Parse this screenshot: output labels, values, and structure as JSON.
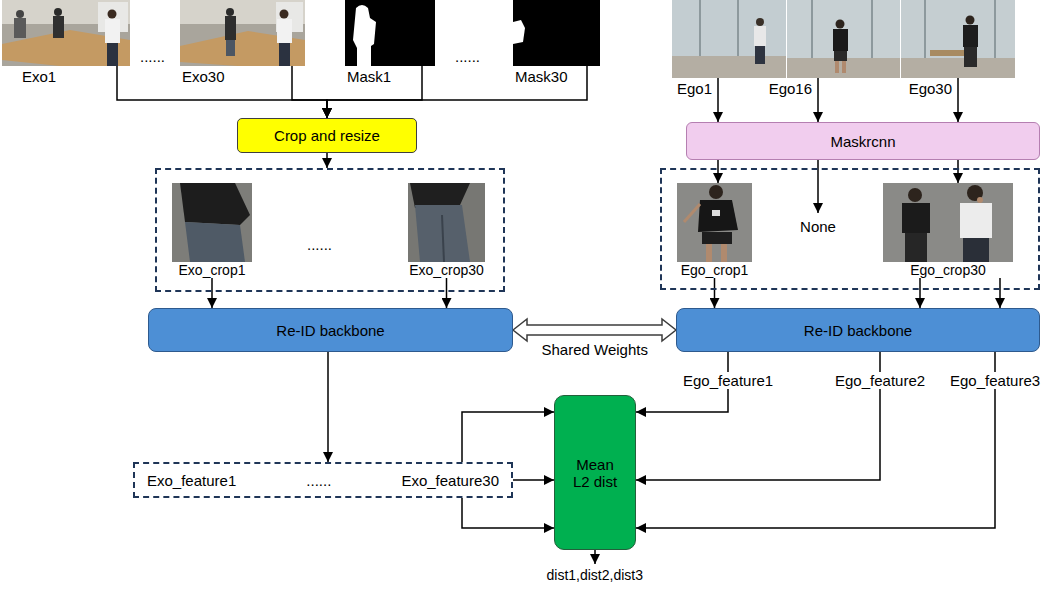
{
  "diagram": {
    "nodes": [
      {
        "text": [
          "Exo1"
        ]
      },
      {
        "text": [
          "Exo30"
        ]
      },
      {
        "text": [
          "Mask1"
        ]
      },
      {
        "text": [
          "Mask30"
        ]
      },
      {
        "text": [
          "Crop and resize"
        ]
      },
      {
        "text": [
          "......"
        ]
      },
      {
        "text": [
          "Exo_crop1"
        ],
        "in": 5
      },
      {
        "text": [
          "Exo_crop30"
        ],
        "in": 5
      },
      {
        "text": [
          "Ego1"
        ]
      },
      {
        "text": [
          "Ego16"
        ]
      },
      {
        "text": [
          "Ego30"
        ]
      },
      {
        "text": [
          "Maskrcnn"
        ]
      },
      {
        "text": []
      },
      {
        "text": [
          "Ego_crop1"
        ],
        "in": 12
      },
      {
        "text": [
          "None"
        ],
        "in": 12
      },
      {
        "text": [
          "Ego_crop30"
        ],
        "in": 12
      },
      {
        "text": [
          "Re-ID backbone"
        ]
      },
      {
        "text": [
          "Re-ID backbone"
        ]
      },
      {
        "text": [
          "Exo_feature1",
          "......",
          "Exo_feature30"
        ]
      },
      {
        "text": [
          "Mean L2 dist"
        ]
      }
    ],
    "edges": [
      {
        "from": 0,
        "to": 4,
        "arrow": "to"
      },
      {
        "from": 1,
        "to": 4,
        "arrow": "to"
      },
      {
        "from": 2,
        "to": 4,
        "arrow": "to"
      },
      {
        "from": 3,
        "to": 4,
        "arrow": "to"
      },
      {
        "from": 4,
        "to": 5,
        "arrow": "to"
      },
      {
        "from": 6,
        "to": 16,
        "arrow": "to"
      },
      {
        "from": 7,
        "to": 16,
        "arrow": "to"
      },
      {
        "from": 8,
        "to": 11,
        "arrow": "to"
      },
      {
        "from": 9,
        "to": 11,
        "arrow": "to"
      },
      {
        "from": 10,
        "to": 11,
        "arrow": "to"
      },
      {
        "from": 11,
        "to": 13,
        "arrow": "to"
      },
      {
        "from": 11,
        "to": 14,
        "arrow": "to"
      },
      {
        "from": 11,
        "to": 15,
        "arrow": "to"
      },
      {
        "from": 13,
        "to": 17,
        "arrow": "to"
      },
      {
        "from": 15,
        "to": 17,
        "arrow": "to"
      },
      {
        "from": 15,
        "to": 17,
        "arrow": "to"
      },
      {
        "from": 16,
        "to": 17,
        "arrow": "both",
        "label": "Shared Weights"
      },
      {
        "from": 16,
        "to": 18,
        "arrow": "to"
      },
      {
        "from": 18,
        "to": 19,
        "arrow": "to"
      },
      {
        "from": 18,
        "to": 19,
        "arrow": "to"
      },
      {
        "from": 18,
        "to": 19,
        "arrow": "to"
      },
      {
        "from": 17,
        "to": 19,
        "arrow": "to",
        "label": "Ego_feature1"
      },
      {
        "from": 17,
        "to": 19,
        "arrow": "to",
        "label": "Ego_feature2"
      },
      {
        "from": 17,
        "to": 19,
        "arrow": "to",
        "label": "Ego_feature3"
      }
    ],
    "labels": [
      "......",
      "......",
      "dist1,dist2,dist3"
    ]
  }
}
